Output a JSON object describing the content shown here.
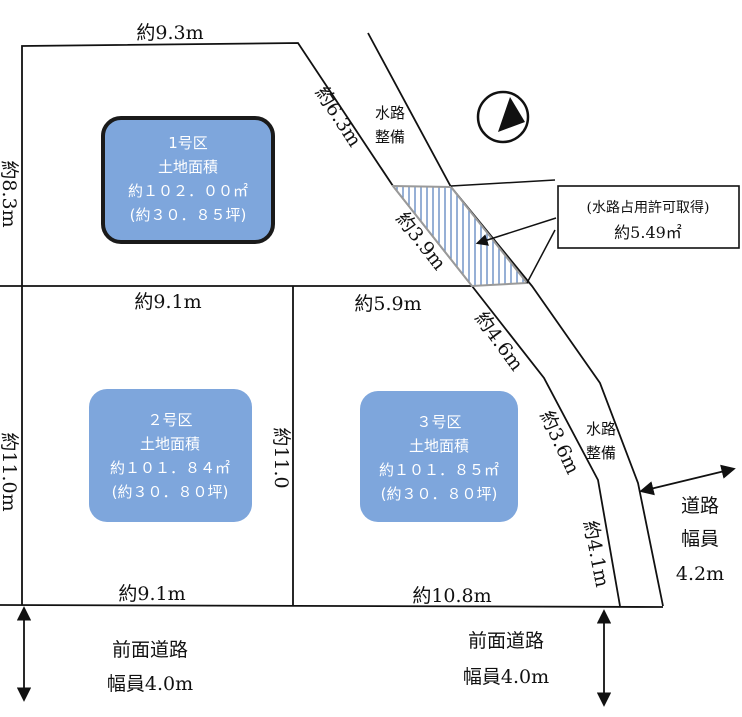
{
  "lots": [
    {
      "name": "1号区",
      "area_label": "土地面積",
      "area_m2": "約１０２．００㎡",
      "area_tsubo": "(約３０．８５坪)"
    },
    {
      "name": "２号区",
      "area_label": "土地面積",
      "area_m2": "約１０１．８４㎡",
      "area_tsubo": "(約３０．８０坪)"
    },
    {
      "name": "３号区",
      "area_label": "土地面積",
      "area_m2": "約１０１．８５㎡",
      "area_tsubo": "(約３０．８０坪)"
    }
  ],
  "dimensions": {
    "top": "約9.3m",
    "left_upper": "約8.3m",
    "left_lower": "約11.0m",
    "mid_left": "約9.1m",
    "mid_right": "約5.9m",
    "divider": "約11.0",
    "bottom_left": "約9.1m",
    "bottom_right": "約10.8m",
    "diag_1": "約6.3m",
    "diag_2": "約3.9m",
    "diag_3": "約4.6m",
    "diag_4": "約3.6m",
    "diag_5": "約4.1m"
  },
  "labels": {
    "waterway_top": [
      "水路",
      "整備"
    ],
    "waterway_bottom": [
      "水路",
      "整備"
    ],
    "callout_line1": "(水路占用許可取得)",
    "callout_line2": "約5.49㎡",
    "side_road": [
      "道路",
      "幅員",
      "4.2m"
    ],
    "front_road_left": [
      "前面道路",
      "幅員4.0m"
    ],
    "front_road_right": [
      "前面道路",
      "幅員4.0m"
    ]
  },
  "colors": {
    "lot_fill": "#7ea6dc",
    "lot1_border": "#1a1a1a",
    "hatch": "#6a8fc4"
  },
  "icons": [
    "north-arrow-icon"
  ]
}
